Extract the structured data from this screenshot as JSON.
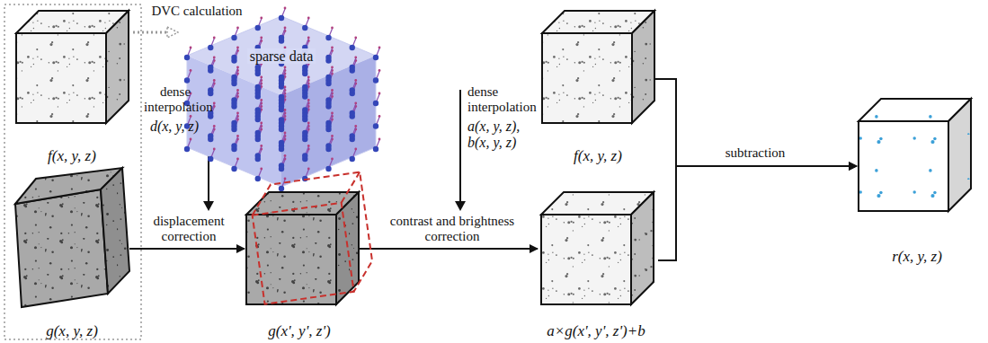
{
  "diagram": {
    "nodes": [
      {
        "text": [
          "f(x, y, z)"
        ]
      },
      {
        "text": [
          "g(x, y, z)"
        ]
      },
      {
        "text": [
          "sparse data"
        ]
      },
      {
        "text": [
          "g(x', y', z')"
        ]
      },
      {
        "text": [
          "f(x, y, z)"
        ]
      },
      {
        "text": [
          "a×g(x', y', z')+b"
        ]
      },
      {
        "text": [
          "r(x, y, z)"
        ]
      }
    ],
    "edges": [
      {
        "from": 0,
        "to": 2,
        "arrow": "to",
        "label": "DVC calculation"
      },
      {
        "from": 1,
        "to": 3,
        "arrow": "to",
        "label": "displacement correction"
      },
      {
        "from": 3,
        "to": 5,
        "arrow": "to",
        "label": "contrast and brightness correction"
      },
      {
        "from": 4,
        "to": 6,
        "arrow": "to",
        "label": "subtraction"
      },
      {
        "from": 5,
        "to": 6,
        "arrow": "to"
      }
    ],
    "labels": [
      "dense interpolation",
      "d(x, y, z)",
      "dense interpolation",
      "a(x, y, z),",
      "b(x, y, z)"
    ]
  }
}
